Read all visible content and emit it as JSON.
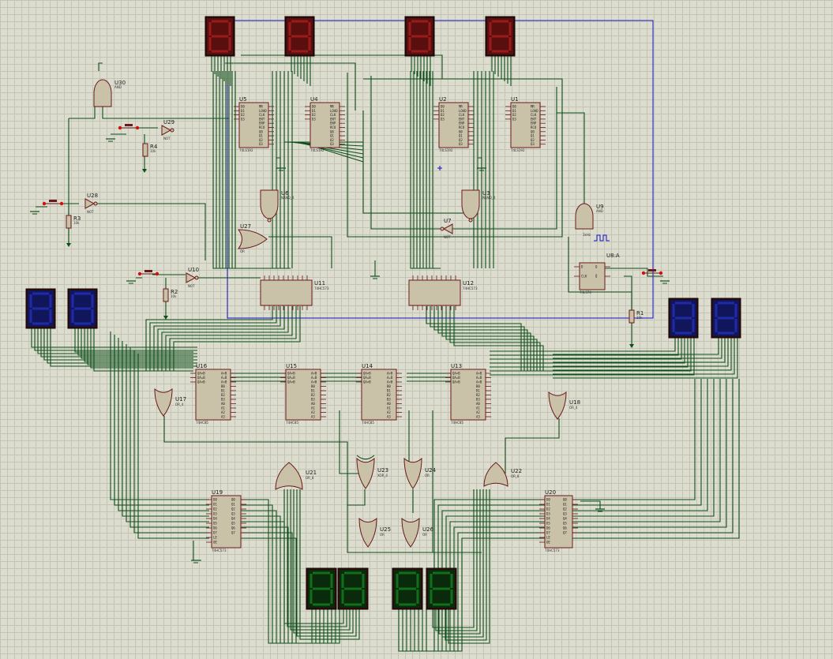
{
  "colors": {
    "grid_bg": "#dcdccf",
    "wire": "#0d4f1a",
    "bus": "#1010c8",
    "component_body": "#c9c2a8",
    "component_border": "#6a1a1a",
    "display_red": "#9b1b1b",
    "display_blue": "#1e2aa8",
    "display_green": "#116f1c"
  },
  "counters": [
    {
      "ref": "U5",
      "part": "74LS192"
    },
    {
      "ref": "U4",
      "part": "74LS192"
    },
    {
      "ref": "U2",
      "part": "74LS192"
    },
    {
      "ref": "U1",
      "part": "74LS192"
    }
  ],
  "counter_pins_left": [
    "D0",
    "D1",
    "D2",
    "D3"
  ],
  "counter_pins_right": [
    "MR",
    "LOAD",
    "CLK",
    "ENT",
    "ENP",
    "RCO",
    "Q0",
    "Q1",
    "Q2",
    "Q3"
  ],
  "latches": [
    {
      "ref": "U11",
      "part": "74HC573"
    },
    {
      "ref": "U12",
      "part": "74HC573"
    }
  ],
  "comparators": [
    {
      "ref": "U16",
      "part": "74HC85"
    },
    {
      "ref": "U15",
      "part": "74HC85"
    },
    {
      "ref": "U14",
      "part": "74HC85"
    },
    {
      "ref": "U13",
      "part": "74HC85"
    }
  ],
  "comparator_pins_left": [
    "QA>B",
    "QA=B",
    "QA<B"
  ],
  "comparator_pins_right": [
    "A>B",
    "A=B",
    "A<B",
    "B0",
    "B1",
    "B2",
    "B3",
    "A0",
    "A1",
    "A2",
    "A3"
  ],
  "drivers": [
    {
      "ref": "U19",
      "part": "74HC573"
    },
    {
      "ref": "U20",
      "part": "74HC573"
    }
  ],
  "driver_pins": [
    "D0",
    "D1",
    "D2",
    "D3",
    "D4",
    "D5",
    "D6",
    "D7",
    "LE",
    "OE"
  ],
  "driver_pins_out": [
    "Q0",
    "Q1",
    "Q2",
    "Q3",
    "Q4",
    "Q5",
    "Q6",
    "Q7"
  ],
  "flipflop": {
    "ref": "U8:A",
    "part": "74LS74"
  },
  "gates": [
    {
      "ref": "U30",
      "part": "AND"
    },
    {
      "ref": "U29",
      "part": "NOT"
    },
    {
      "ref": "U28",
      "part": "NOT"
    },
    {
      "ref": "U10",
      "part": "NOT"
    },
    {
      "ref": "U7",
      "part": "NOT"
    },
    {
      "ref": "U6",
      "part": "NAND_4"
    },
    {
      "ref": "U3",
      "part": "NAND_4"
    },
    {
      "ref": "U27",
      "part": "OR"
    },
    {
      "ref": "U9",
      "part": "AND"
    },
    {
      "ref": "U17",
      "part": "OR_4"
    },
    {
      "ref": "U18",
      "part": "OR_4"
    },
    {
      "ref": "U21",
      "part": "OR_8"
    },
    {
      "ref": "U22",
      "part": "OR_8"
    },
    {
      "ref": "U23",
      "part": "XOR_4"
    },
    {
      "ref": "U24",
      "part": "OR"
    },
    {
      "ref": "U25",
      "part": "OR"
    },
    {
      "ref": "U26",
      "part": "OR"
    }
  ],
  "resistors": [
    {
      "ref": "R1",
      "value": "10k"
    },
    {
      "ref": "R2",
      "value": "10k"
    },
    {
      "ref": "R3",
      "value": "10k"
    },
    {
      "ref": "R4",
      "value": "10k"
    }
  ],
  "clock_label": "1kHz",
  "displays_red_count": 4,
  "displays_blue_count": 4,
  "displays_green_count": 4
}
